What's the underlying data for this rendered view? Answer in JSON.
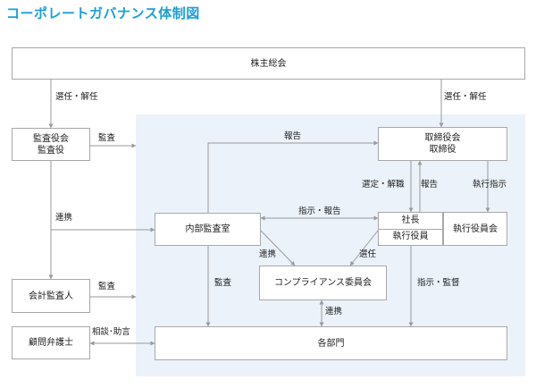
{
  "title": "コーポレートガバナンス体制図",
  "boxes": {
    "shareholders": "株主総会",
    "auditors_1": "監査役会",
    "auditors_2": "監査役",
    "board_1": "取締役会",
    "board_2": "取締役",
    "internal_audit": "内部監査室",
    "president_top": "社長",
    "president_bottom": "執行役員",
    "exec_committee": "執行役員会",
    "compliance": "コンプライアンス委員会",
    "accounting_auditor": "会計監査人",
    "legal_advisor": "顧問弁護士",
    "departments": "各部門"
  },
  "labels": {
    "elect_left": "選任・解任",
    "elect_right": "選任・解任",
    "report_top": "報告",
    "audit_top": "監査",
    "select_dismiss": "選定・解職",
    "report_mid": "報告",
    "exec_instruction": "執行指示",
    "liaison_left": "連携",
    "instruction_report": "指示・報告",
    "liaison_mid": "連携",
    "appoint": "選任",
    "audit_mid": "監査",
    "audit_left": "監査",
    "instruction_supervision": "指示・監督",
    "liaison_bottom": "連携",
    "consult": "相談･助言"
  }
}
